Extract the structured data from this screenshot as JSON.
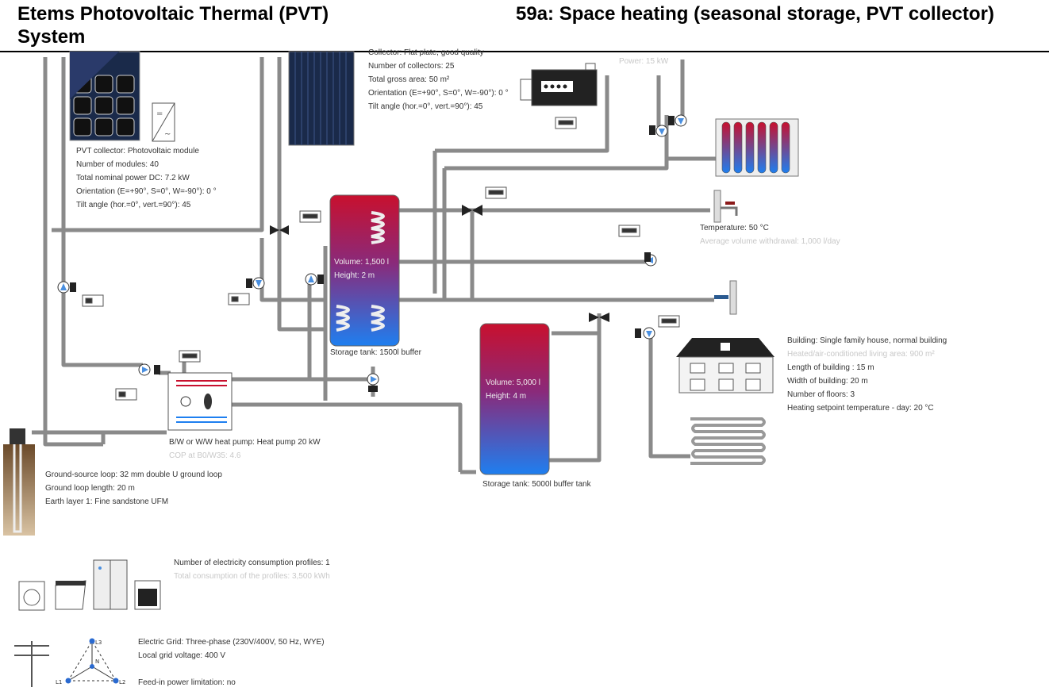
{
  "header": {
    "title_left": "Etems Photovoltaic Thermal (PVT) System",
    "title_right": "59a: Space heating (seasonal storage, PVT collector)"
  },
  "pvt": {
    "lines": [
      "PVT collector: Photovoltaic module",
      "Number of modules: 40",
      "Total nominal power DC: 7.2 kW",
      "Orientation (E=+90°, S=0°, W=-90°): 0 °",
      "Tilt angle (hor.=0°, vert.=90°): 45"
    ]
  },
  "collector": {
    "lines": [
      "Collector: Flat plate, good quality",
      "Number of collectors: 25",
      "Total gross area: 50 m²",
      "Orientation (E=+90°, S=0°, W=-90°): 0 °",
      "Tilt angle (hor.=0°, vert.=90°): 45"
    ]
  },
  "boiler": {
    "power": "Power: 15 kW"
  },
  "dhw": {
    "temperature": "Temperature: 50 °C",
    "withdrawal": "Average volume withdrawal: 1,000 l/day"
  },
  "tank1": {
    "volume": "Volume: 1,500 l",
    "height": "Height: 2 m",
    "label": "Storage tank: 1500l buffer"
  },
  "tank2": {
    "volume": "Volume: 5,000 l",
    "height": "Height: 4 m",
    "label": "Storage tank: 5000l buffer tank"
  },
  "building": {
    "lines": [
      "Building: Single family house, normal building",
      "Heated/air-conditioned living area: 900 m²",
      "Length of building : 15 m",
      "Width of building: 20 m",
      "Number of floors: 3",
      "Heating setpoint temperature - day: 20 °C"
    ]
  },
  "heatpump": {
    "name": "B/W or W/W heat pump: Heat pump 20 kW",
    "cop": "COP at B0/W35: 4.6"
  },
  "ground": {
    "lines": [
      "Ground-source loop: 32 mm double U ground loop",
      "Ground loop length: 20 m",
      "Earth layer 1: Fine sandstone UFM"
    ]
  },
  "consumption": {
    "profiles": "Number of electricity consumption profiles: 1",
    "total": "Total consumption of the profiles: 3,500 kWh"
  },
  "grid": {
    "lines": [
      "Electric Grid: Three-phase (230V/400V, 50 Hz, WYE)",
      "Local grid voltage: 400 V"
    ],
    "feedin": "Feed-in power limitation: no",
    "phase_labels": [
      "L1",
      "L2",
      "L3",
      "N"
    ]
  },
  "colors": {
    "tank_hot": "#c8102e",
    "tank_cold": "#1e7ff0",
    "pipe": "#8a8a8a",
    "pump": "#4a8fe0",
    "panel": "#1a2a4a"
  }
}
